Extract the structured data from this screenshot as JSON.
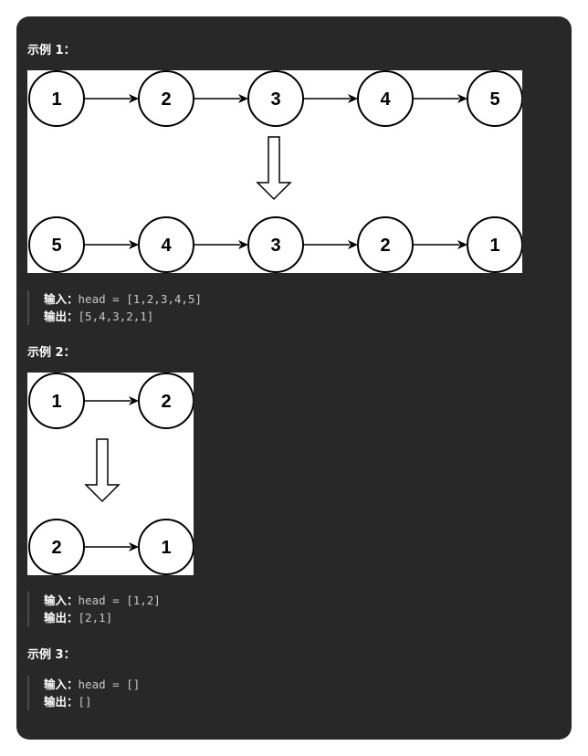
{
  "examples": [
    {
      "heading": "示例 1：",
      "input_label": "输入：",
      "input_value": "head = [1,2,3,4,5]",
      "output_label": "输出：",
      "output_value": "[5,4,3,2,1]",
      "list_before": [
        "1",
        "2",
        "3",
        "4",
        "5"
      ],
      "list_after": [
        "5",
        "4",
        "3",
        "2",
        "1"
      ]
    },
    {
      "heading": "示例 2：",
      "input_label": "输入：",
      "input_value": "head = [1,2]",
      "output_label": "输出：",
      "output_value": "[2,1]",
      "list_before": [
        "1",
        "2"
      ],
      "list_after": [
        "2",
        "1"
      ]
    },
    {
      "heading": "示例 3：",
      "input_label": "输入：",
      "input_value": "head = []",
      "output_label": "输出：",
      "output_value": "[]"
    }
  ],
  "colors": {
    "card_background": "#282828",
    "heading_text": "#ffffff",
    "code_text": "#c8c8c8",
    "figure_background": "#ffffff"
  }
}
